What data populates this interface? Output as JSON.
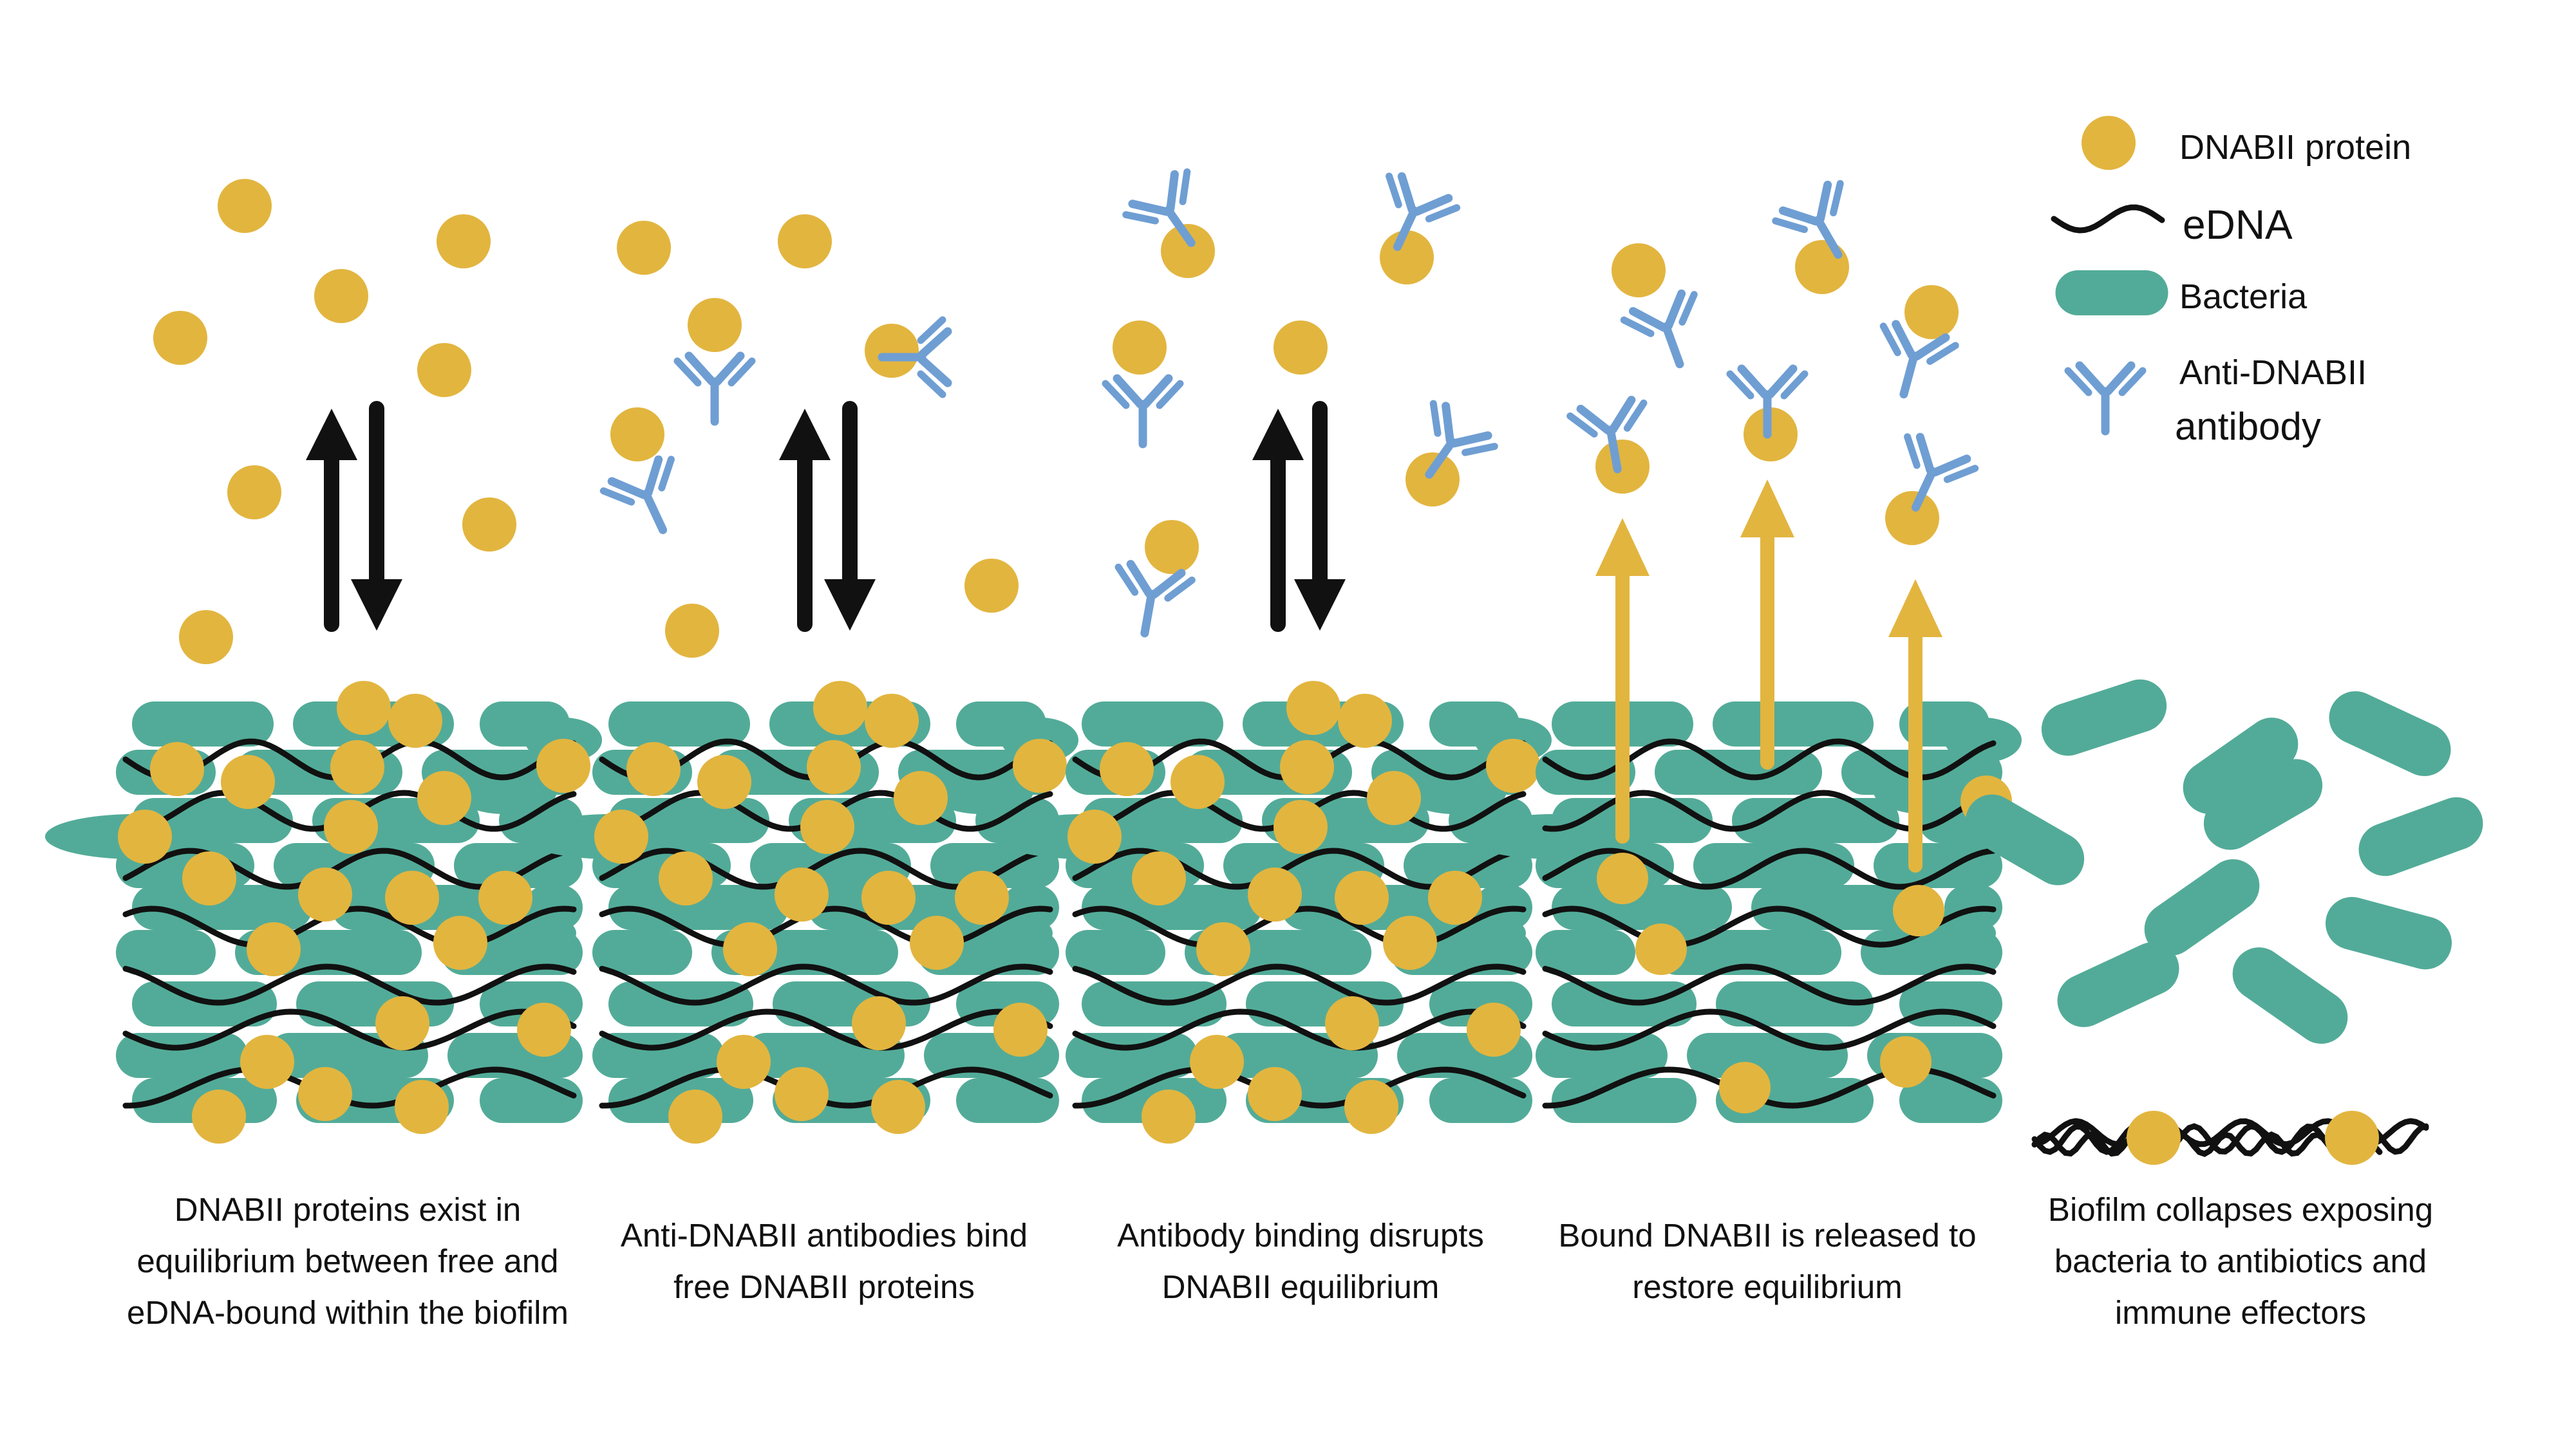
{
  "colors": {
    "protein": "#E2B53F",
    "bacteria": "#52AB98",
    "antibody": "#6F9ED3",
    "edna": "#111111",
    "arrow_black": "#111111",
    "arrow_release": "#E2B53F",
    "background": "#FFFFFF"
  },
  "legend": {
    "protein_label": "DNABII protein",
    "edna_label": "eDNA",
    "bacteria_label": "Bacteria",
    "antibody_label_line1": "Anti-DNABII",
    "antibody_label_line2": "antibody"
  },
  "panels": [
    {
      "id": "equilibrium",
      "arrow_type": "bidirectional",
      "caption": [
        "DNABII proteins exist in",
        "equilibrium between free and",
        "eDNA-bound within the biofilm"
      ]
    },
    {
      "id": "antibody-binding",
      "arrow_type": "bidirectional",
      "caption": [
        "Anti-DNABII antibodies bind",
        "free DNABII proteins"
      ]
    },
    {
      "id": "disruption",
      "arrow_type": "bidirectional",
      "caption": [
        "Antibody binding disrupts",
        "DNABII equilibrium"
      ]
    },
    {
      "id": "release",
      "arrow_type": "release",
      "caption": [
        "Bound DNABII is released to",
        "restore equilibrium"
      ]
    },
    {
      "id": "collapse",
      "arrow_type": "none",
      "caption": [
        "Biofilm collapses exposing",
        "bacteria to antibiotics and",
        "immune effectors"
      ]
    }
  ]
}
